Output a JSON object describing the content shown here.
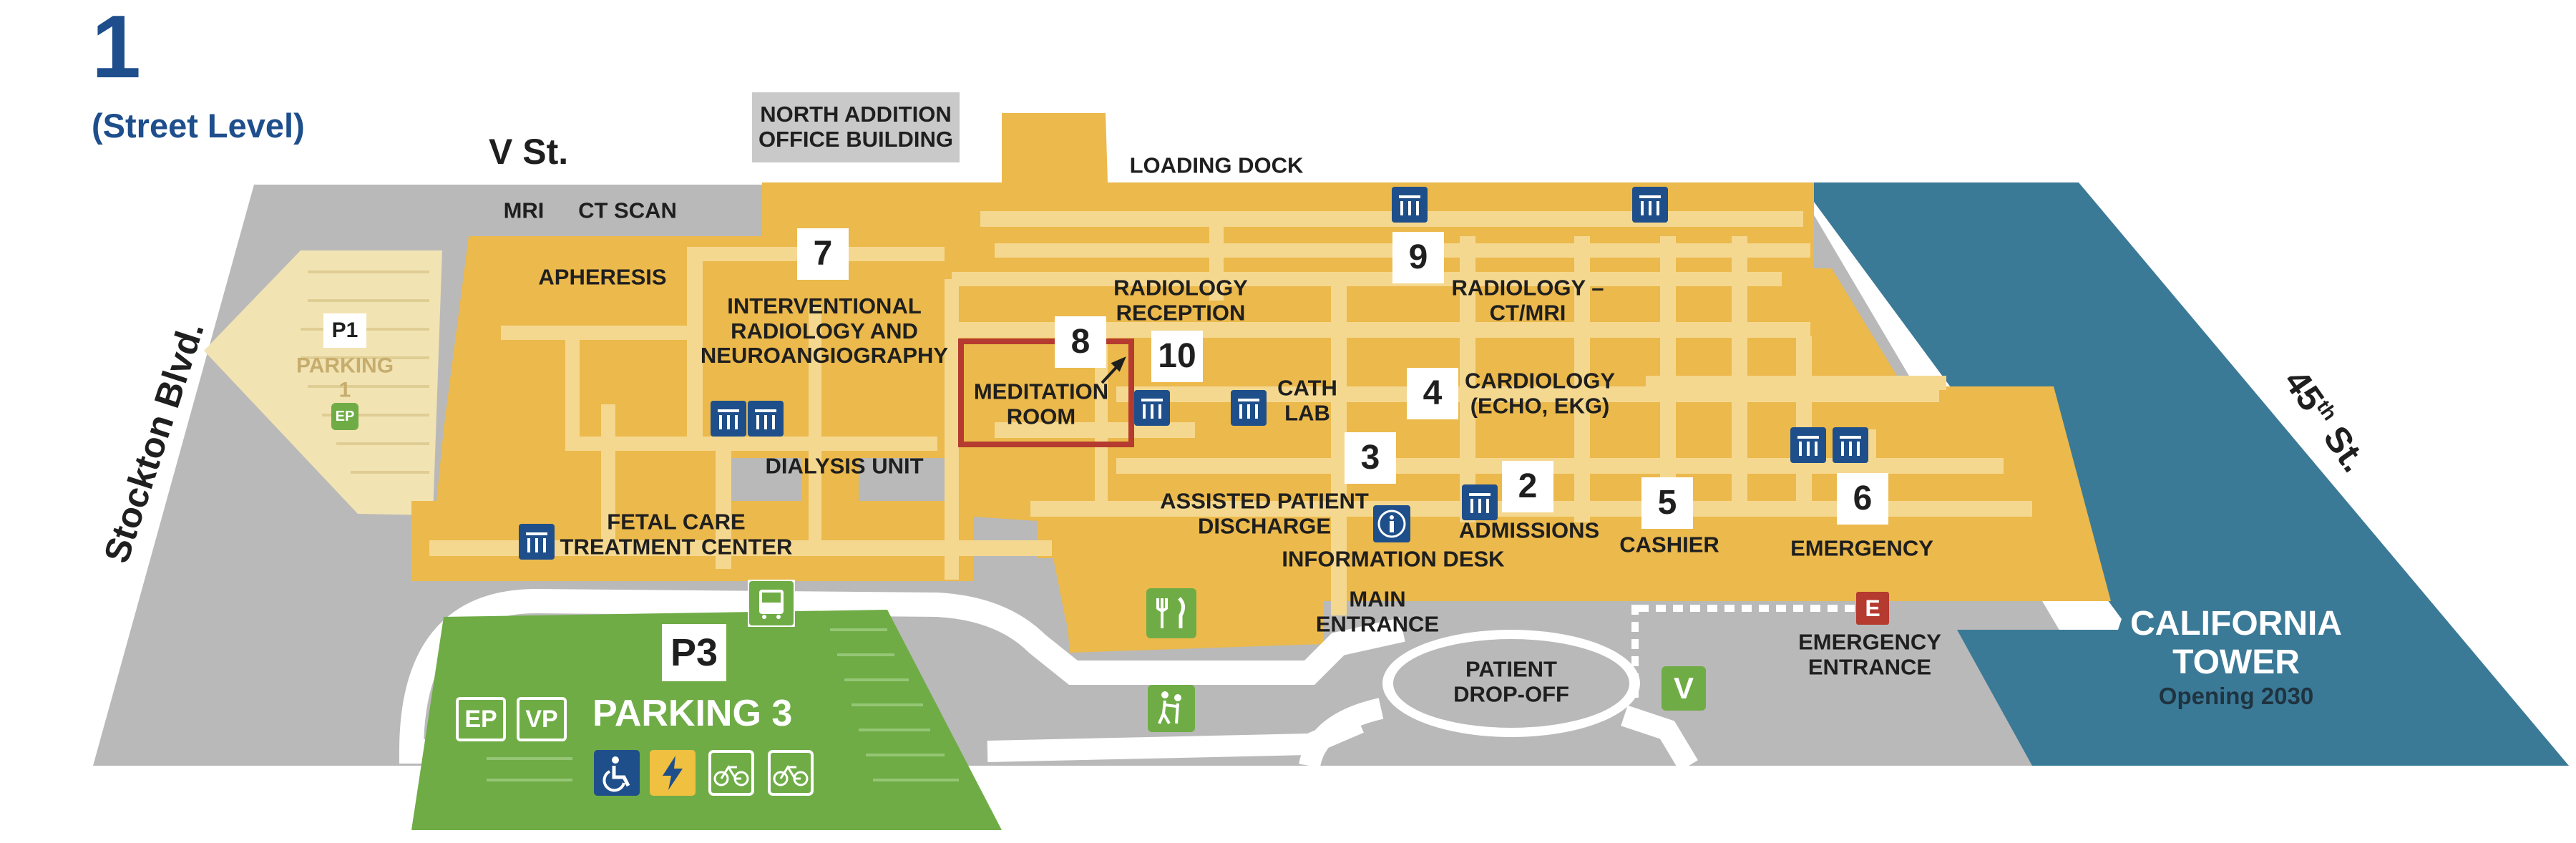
{
  "title": {
    "floor_number": "1",
    "floor_name": "(Street Level)"
  },
  "streets": {
    "v_st": "V St.",
    "stockton": "Stockton Blvd.",
    "forty_fifth": "45",
    "forty_fifth_sup": "th",
    "forty_fifth_suffix": " St."
  },
  "buildings": {
    "north_addition": "NORTH ADDITION\nOFFICE BUILDING",
    "california_tower": "CALIFORNIA\nTOWER",
    "california_tower_note": "Opening 2030"
  },
  "labels": {
    "loading_dock": "LOADING DOCK",
    "mri": "MRI",
    "ct_scan": "CT SCAN",
    "apheresis": "APHERESIS",
    "interventional": "INTERVENTIONAL\nRADIOLOGY AND\nNEUROANGIOGRAPHY",
    "radiology_reception": "RADIOLOGY\nRECEPTION",
    "radiology_ct_mri": "RADIOLOGY –\nCT/MRI",
    "meditation_room": "MEDITATION\nROOM",
    "cath_lab": "CATH\nLAB",
    "cardiology": "CARDIOLOGY\n(ECHO, EKG)",
    "dialysis_unit": "DIALYSIS UNIT",
    "fetal_care": "FETAL CARE\nTREATMENT CENTER",
    "assisted_discharge": "ASSISTED PATIENT\nDISCHARGE",
    "information_desk": "INFORMATION DESK",
    "admissions": "ADMISSIONS",
    "cashier": "CASHIER",
    "emergency": "EMERGENCY",
    "main_entrance": "MAIN\nENTRANCE",
    "emergency_entrance": "EMERGENCY\nENTRANCE",
    "patient_dropoff": "PATIENT\nDROP-OFF"
  },
  "numbers": {
    "n2": "2",
    "n3": "3",
    "n4": "4",
    "n5": "5",
    "n6": "6",
    "n7": "7",
    "n8": "8",
    "n9": "9",
    "n10": "10"
  },
  "parking": {
    "p1_badge": "P1",
    "p1_name": "PARKING\n1",
    "p1_ep": "EP",
    "p3_badge": "P3",
    "p3_name": "PARKING 3",
    "ep": "EP",
    "vp": "VP"
  },
  "badges": {
    "emergency_e": "E",
    "valet_v": "V"
  },
  "icons": [
    "elevator-icon",
    "restroom-icon",
    "information-icon",
    "dining-icon",
    "bus-icon",
    "wheelchair-icon",
    "ev-charging-icon",
    "bike-locker-icon",
    "bike-rack-icon",
    "walking-assist-icon",
    "stairs-icon",
    "you-are-here-arrow-icon"
  ],
  "colors": {
    "building": "#ebb94c",
    "corridor": "#f5d890",
    "ground": "#b9b9b9",
    "road": "#ffffff",
    "parking_green": "#6fac46",
    "parking1": "#f2e3b3",
    "tower": "#3b7a97",
    "title_blue": "#1e4e8c",
    "highlight_red": "#b53a2f",
    "icon_blue": "#1f4f8a"
  }
}
